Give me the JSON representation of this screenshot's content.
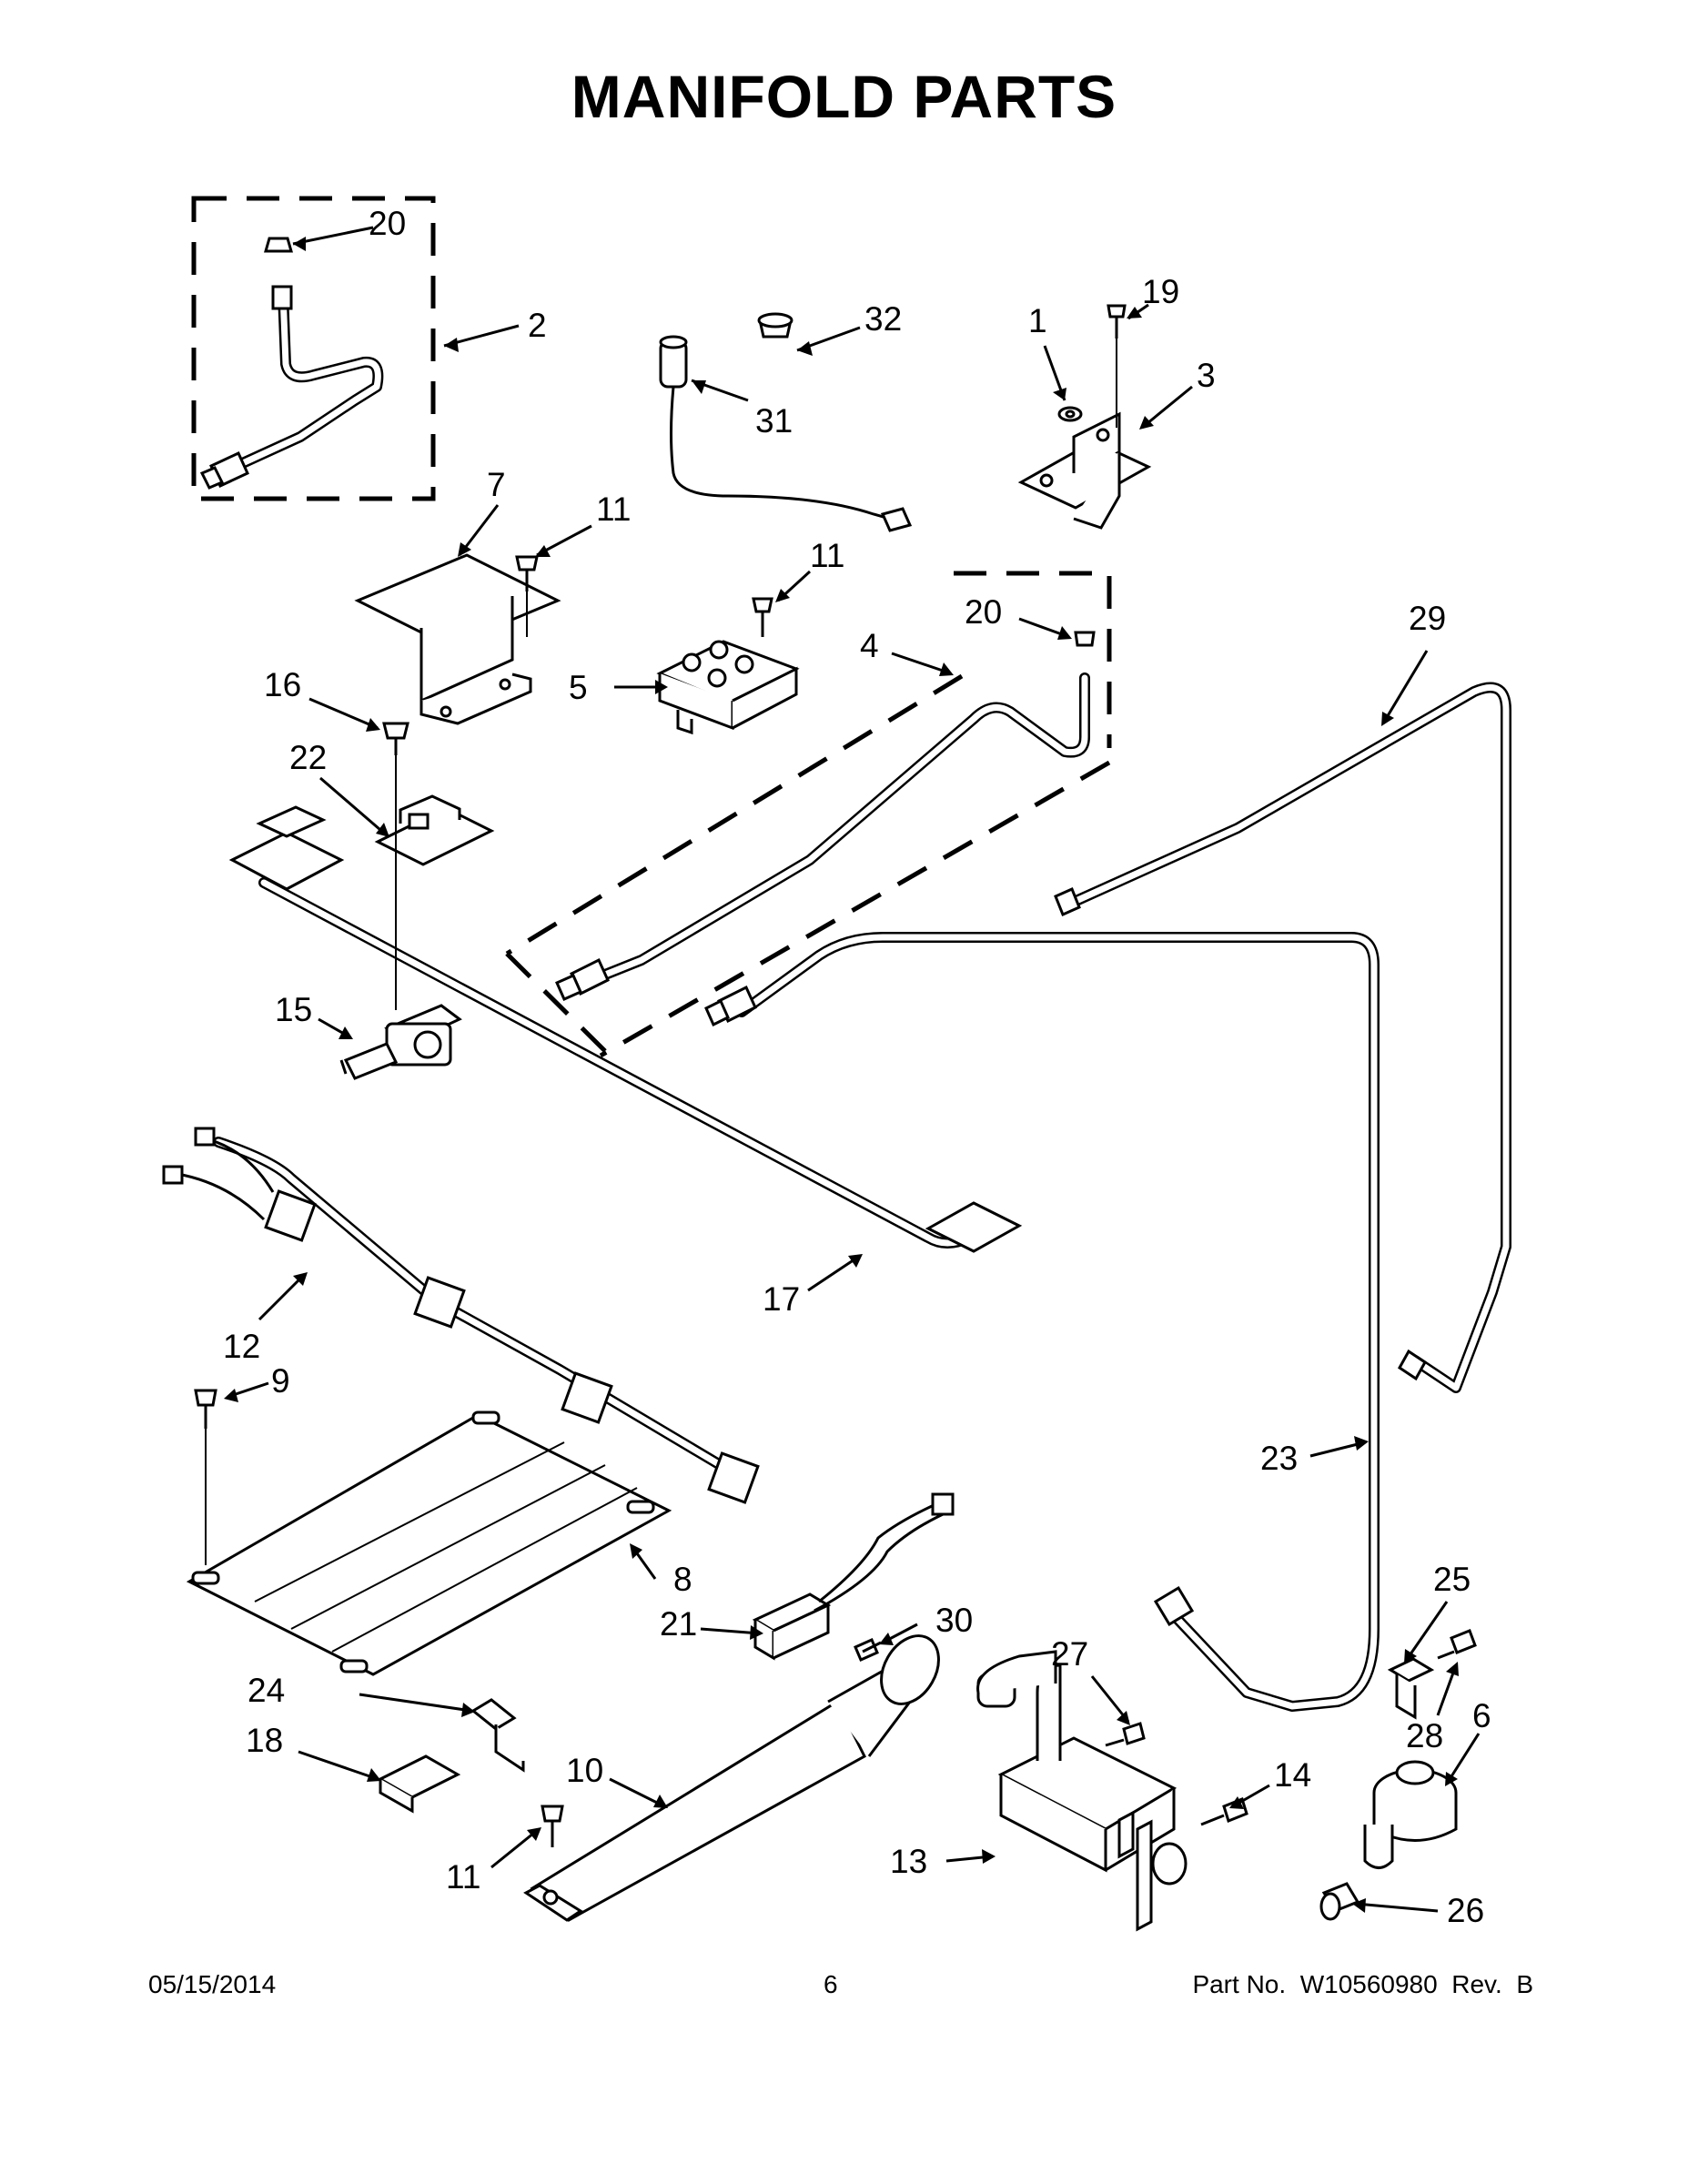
{
  "title": "MANIFOLD PARTS",
  "callouts": [
    {
      "id": "c20a",
      "text": "20"
    },
    {
      "id": "c2",
      "text": "2"
    },
    {
      "id": "c32",
      "text": "32"
    },
    {
      "id": "c31",
      "text": "31"
    },
    {
      "id": "c1",
      "text": "1"
    },
    {
      "id": "c19",
      "text": "19"
    },
    {
      "id": "c3",
      "text": "3"
    },
    {
      "id": "c7",
      "text": "7"
    },
    {
      "id": "c11a",
      "text": "11"
    },
    {
      "id": "c11b",
      "text": "11"
    },
    {
      "id": "c4",
      "text": "4"
    },
    {
      "id": "c20b",
      "text": "20"
    },
    {
      "id": "c29",
      "text": "29"
    },
    {
      "id": "c16",
      "text": "16"
    },
    {
      "id": "c5",
      "text": "5"
    },
    {
      "id": "c22",
      "text": "22"
    },
    {
      "id": "c15",
      "text": "15"
    },
    {
      "id": "c17",
      "text": "17"
    },
    {
      "id": "c12",
      "text": "12"
    },
    {
      "id": "c9",
      "text": "9"
    },
    {
      "id": "c23",
      "text": "23"
    },
    {
      "id": "c8",
      "text": "8"
    },
    {
      "id": "c25",
      "text": "25"
    },
    {
      "id": "c21",
      "text": "21"
    },
    {
      "id": "c30",
      "text": "30"
    },
    {
      "id": "c27",
      "text": "27"
    },
    {
      "id": "c24",
      "text": "24"
    },
    {
      "id": "c6",
      "text": "6"
    },
    {
      "id": "c28",
      "text": "28"
    },
    {
      "id": "c18",
      "text": "18"
    },
    {
      "id": "c10",
      "text": "10"
    },
    {
      "id": "c14",
      "text": "14"
    },
    {
      "id": "c13",
      "text": "13"
    },
    {
      "id": "c11c",
      "text": "11"
    },
    {
      "id": "c26",
      "text": "26"
    }
  ],
  "footer": {
    "date": "05/15/2014",
    "page": "6",
    "part_no": "Part No.  W10560980  Rev.  B"
  }
}
